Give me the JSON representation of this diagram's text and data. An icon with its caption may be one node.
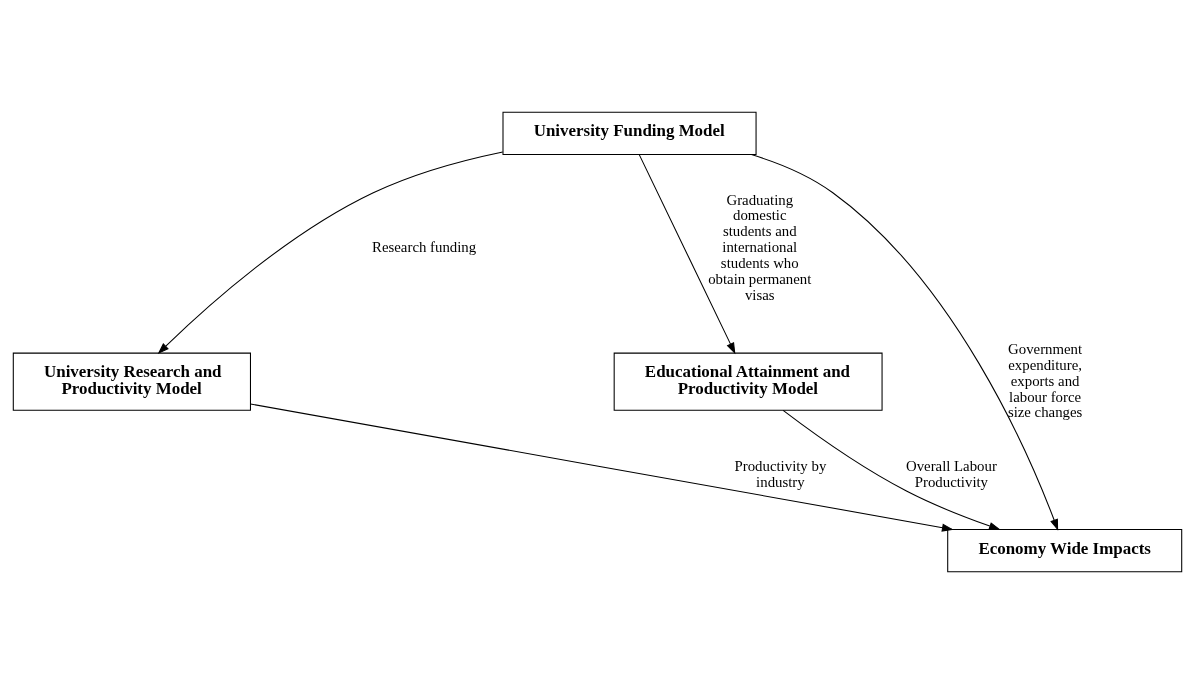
{
  "diagram": {
    "nodes": [
      {
        "text": [
          "University Funding Model"
        ]
      },
      {
        "text": [
          "University Research and Productivity Model"
        ]
      },
      {
        "text": [
          "Educational Attainment and Productivity Model"
        ]
      },
      {
        "text": [
          "Economy Wide Impacts"
        ]
      }
    ],
    "edges": [
      {
        "from": 0,
        "to": 1,
        "arrow": "to",
        "label": "Research funding"
      },
      {
        "from": 0,
        "to": 3,
        "arrow": "to",
        "label": "Government expenditure, exports and labour force size changes"
      },
      {
        "from": 0,
        "to": 2,
        "arrow": "to",
        "label": "Graduating domestic students and international students who obtain permanent visas"
      },
      {
        "from": 1,
        "to": 3,
        "arrow": "to",
        "label": "Productivity by industry"
      },
      {
        "from": 2,
        "to": 3,
        "arrow": "to",
        "label": "Overall Labour Productivity"
      }
    ]
  }
}
